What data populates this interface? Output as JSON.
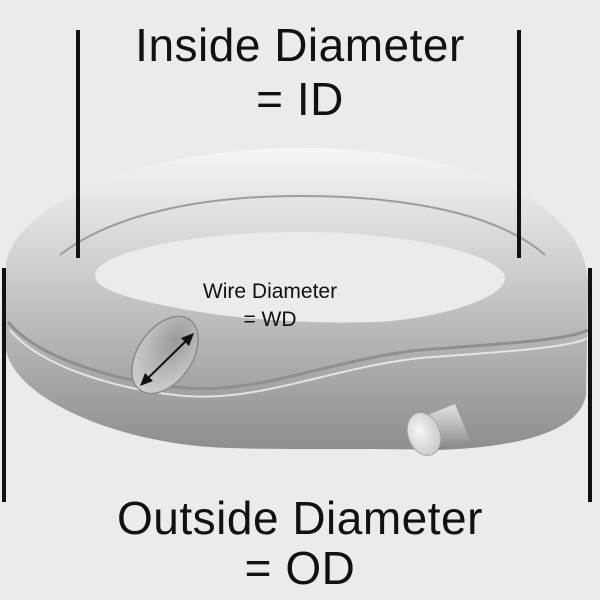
{
  "labels": {
    "inside_diameter": "Inside Diameter",
    "inside_diameter_abbr": "= ID",
    "wire_diameter": "Wire Diameter",
    "wire_diameter_abbr": "= WD",
    "outside_diameter": "Outside Diameter",
    "outside_diameter_abbr": "= OD"
  },
  "colors": {
    "background": "#ebebeb",
    "ring_light": "#f4f4f4",
    "ring_mid": "#bdbdbd",
    "ring_dark": "#8a8a8a",
    "line": "#111111"
  }
}
